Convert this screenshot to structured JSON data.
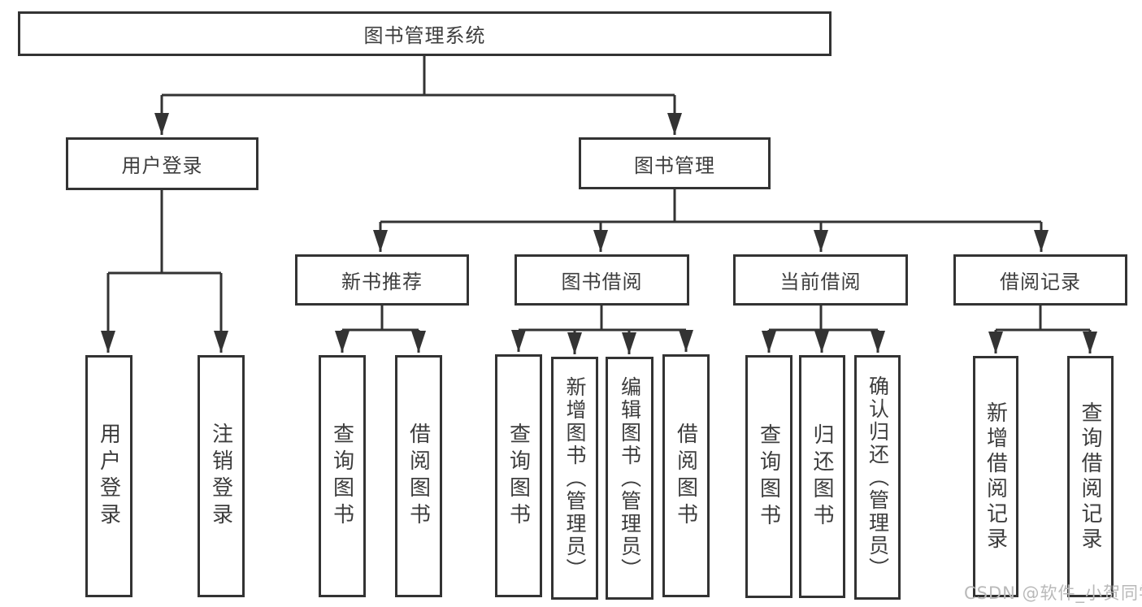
{
  "colors": {
    "line": "#333333",
    "text": "#3d3d3d",
    "watermark": "#b9b9b9"
  },
  "diagram": {
    "nodes": {
      "root": "图书管理系统",
      "user_login": "用户登录",
      "book_mgmt": "图书管理",
      "new_books": "新书推荐",
      "book_borrow": "图书借阅",
      "current_borrow": "当前借阅",
      "borrow_records": "借阅记录"
    },
    "leaves": {
      "user_login": [
        "用户登录",
        "注销登录"
      ],
      "new_books": [
        "查询图书",
        "借阅图书"
      ],
      "book_borrow": [
        "查询图书",
        "新增图书（管理员）",
        "编辑图书（管理员）",
        "借阅图书"
      ],
      "current_borrow": [
        "查询图书",
        "归还图书",
        "确认归还（管理员）"
      ],
      "borrow_records": [
        "新增借阅记录",
        "查询借阅记录"
      ]
    }
  },
  "watermark": {
    "text": "CSDN @软件_小贺同学"
  }
}
